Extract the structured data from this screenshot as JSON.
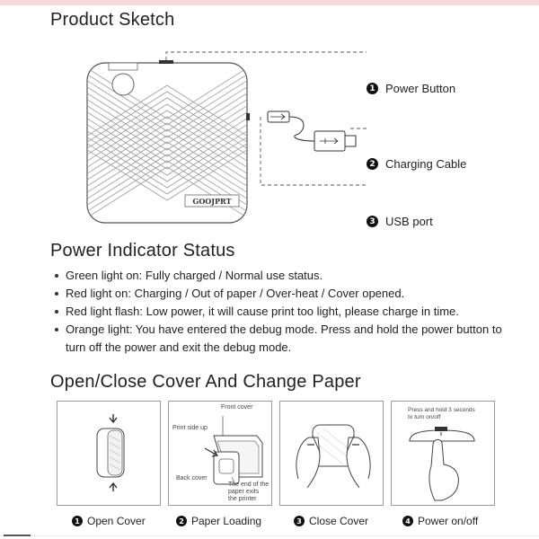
{
  "sections": {
    "sketch_title": "Product Sketch",
    "status_title": "Power Indicator Status",
    "cover_title": "Open/Close Cover And Change Paper"
  },
  "sketch": {
    "brand": "GOOJPRT",
    "callouts": [
      {
        "num": "1",
        "label": "Power Button"
      },
      {
        "num": "2",
        "label": "Charging Cable"
      },
      {
        "num": "3",
        "label": "USB port"
      }
    ]
  },
  "status_items": [
    "Green light on: Fully charged / Normal use status.",
    "Red light on: Charging / Out of paper / Over-heat / Cover opened.",
    "Red light flash: Low power, it will cause print too light, please charge in time.",
    "Orange light: You have entered the debug mode. Press and hold the power button to turn off the power and exit the debug mode."
  ],
  "panels": [
    {
      "num": "1",
      "caption": "Open Cover",
      "labels": []
    },
    {
      "num": "2",
      "caption": "Paper Loading",
      "labels": [
        "Front cover",
        "Print side up",
        "Back cover",
        "The end of the",
        "paper exits",
        "the printer"
      ]
    },
    {
      "num": "3",
      "caption": "Close Cover",
      "labels": []
    },
    {
      "num": "4",
      "caption": "Power on/off",
      "labels": [
        "Press and hold 3 seconds",
        "to turn on/off"
      ]
    }
  ],
  "colors": {
    "accent_bar": "#f7d9dc",
    "line": "#333333"
  }
}
